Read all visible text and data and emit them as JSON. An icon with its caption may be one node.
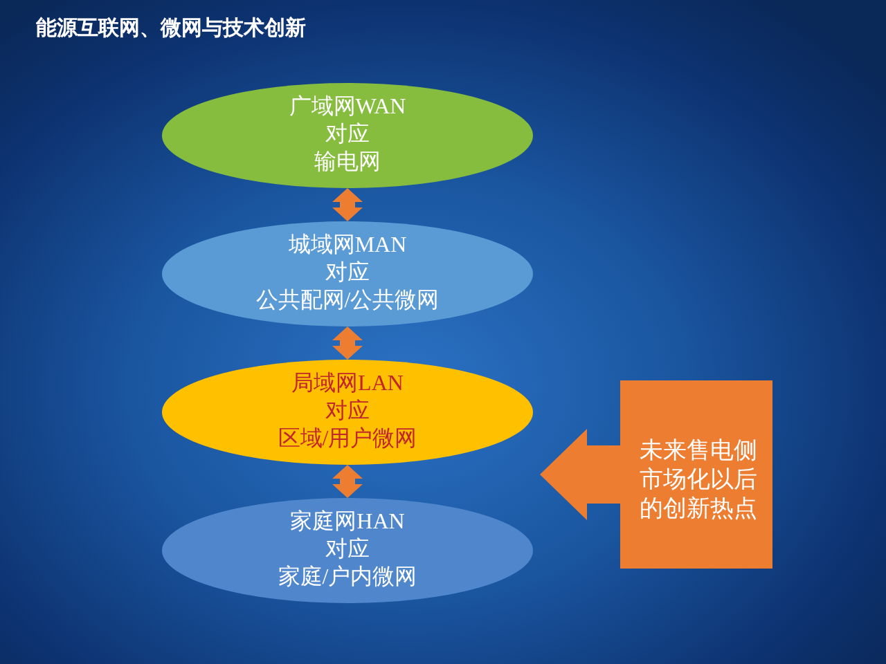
{
  "diagram": {
    "title": "能源互联网、微网与技术创新",
    "nodes": [
      {
        "text": [
          "广域网WAN",
          "对应",
          "输电网"
        ]
      },
      {
        "text": [
          "城域网MAN",
          "对应",
          "公共配网/公共微网"
        ]
      },
      {
        "text": [
          "局域网LAN",
          "对应",
          "区域/用户微网"
        ]
      },
      {
        "text": [
          "家庭网HAN",
          "对应",
          "家庭/户内微网"
        ]
      },
      {
        "text": [
          "未来售电侧市场化以后的创新热点"
        ]
      }
    ],
    "edges": [
      {
        "from": 0,
        "to": 1,
        "arrow": "both"
      },
      {
        "from": 1,
        "to": 2,
        "arrow": "both"
      },
      {
        "from": 2,
        "to": 3,
        "arrow": "both"
      }
    ]
  }
}
